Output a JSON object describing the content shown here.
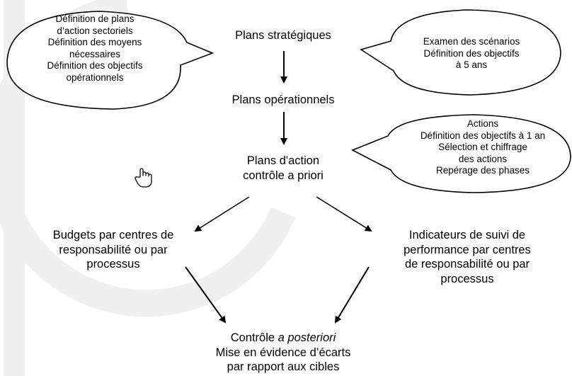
{
  "nodes": {
    "strategic": {
      "lines": [
        "Plans stratégiques"
      ]
    },
    "operational": {
      "lines": [
        "Plans opérationnels"
      ]
    },
    "action_plans": {
      "lines": [
        "Plans d'action",
        "contrôle a priori"
      ]
    },
    "budgets": {
      "lines": [
        "Budgets par centres de",
        "responsabilité ou par",
        "processus"
      ]
    },
    "indicators": {
      "lines": [
        "Indicateurs de suivi de",
        "performance par centres",
        "de responsabilité ou par",
        "processus"
      ]
    },
    "control": {
      "line1_prefix": "Contrôle ",
      "line1_italic": "a posteriori",
      "line2": "Mise en évidence d’écarts",
      "line3": "par rapport aux cibles"
    }
  },
  "bubbles": {
    "left_top": {
      "lines": [
        "Définition de plans",
        "d’action sectoriels",
        "Définition des moyens",
        "nécessaires",
        "Définition des objectifs",
        "opérationnels"
      ]
    },
    "right_top": {
      "lines": [
        "Examen des scénarios",
        "Définition des objectifs",
        "à 5 ans"
      ]
    },
    "right_mid": {
      "lines": [
        "Actions",
        "Définition des objectifs à 1 an",
        "Sélection et chiffrage",
        "des actions",
        "Repérage des phases"
      ]
    }
  },
  "cursor_icon": "hand-pointer-icon",
  "colors": {
    "stroke": "#000000",
    "watermark": "#f0f0f0",
    "background": "#ffffff"
  }
}
